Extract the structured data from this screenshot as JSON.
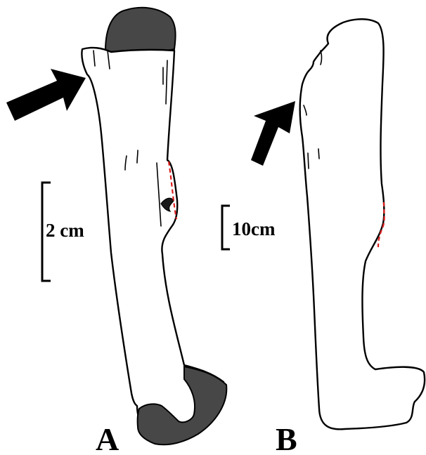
{
  "figure": {
    "panel_a": {
      "label": "A",
      "scale_bar": "2 cm"
    },
    "panel_b": {
      "label": "B",
      "scale_bar": "10cm"
    },
    "colors": {
      "articular_surface": "#474747",
      "dashed_line": "#dd1f1f",
      "outline": "#000000"
    }
  }
}
